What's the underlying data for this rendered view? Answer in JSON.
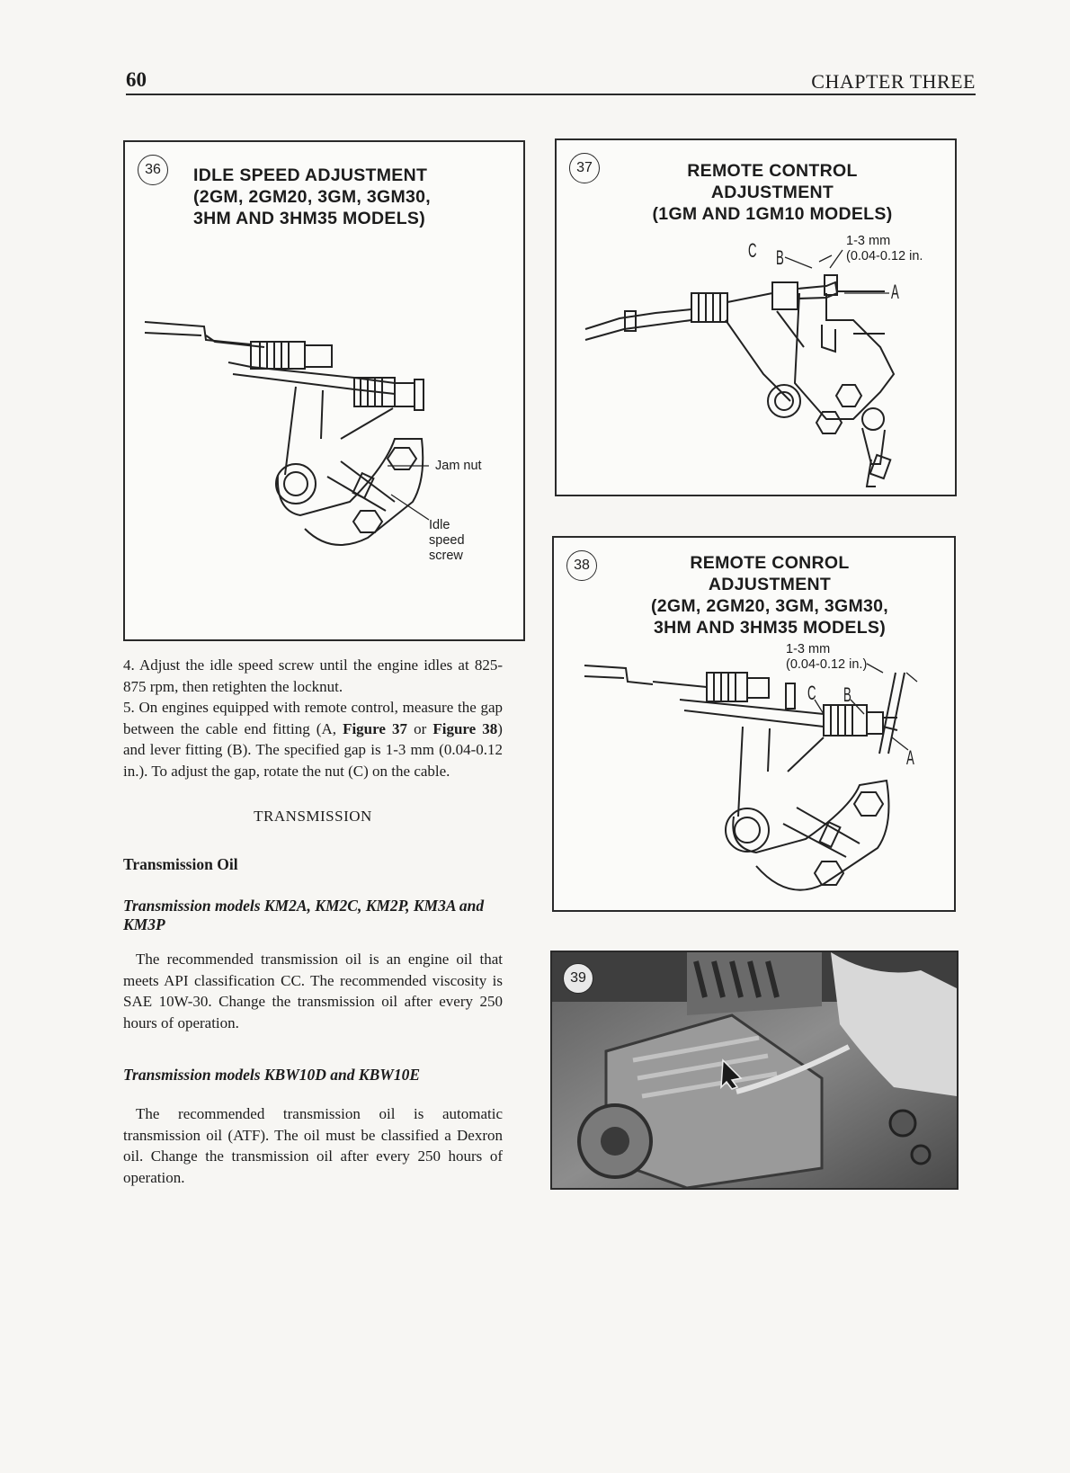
{
  "header": {
    "page_number": "60",
    "chapter": "CHAPTER THREE"
  },
  "fig36": {
    "number": "36",
    "title_lines": [
      "IDLE SPEED ADJUSTMENT",
      "(2GM, 2GM20, 3GM, 3GM30,",
      "3HM AND 3HM35 MODELS)"
    ],
    "label_jam_nut": "Jam nut",
    "label_idle": [
      "Idle",
      "speed",
      "screw"
    ]
  },
  "fig37": {
    "number": "37",
    "title_lines": [
      "REMOTE CONTROL",
      "ADJUSTMENT",
      "(1GM AND 1GM10 MODELS)"
    ],
    "gap_lines": [
      "1-3 mm",
      "(0.04-0.12 in."
    ],
    "label_a": "A",
    "label_b": "B",
    "label_c": "C"
  },
  "fig38": {
    "number": "38",
    "title_lines": [
      "REMOTE CONROL",
      "ADJUSTMENT",
      "(2GM, 2GM20, 3GM, 3GM30,",
      "3HM AND 3HM35 MODELS)"
    ],
    "gap_lines": [
      "1-3 mm",
      "(0.04-0.12 in.)"
    ],
    "label_a": "A",
    "label_b": "B",
    "label_c": "C"
  },
  "fig39": {
    "number": "39"
  },
  "text": {
    "step4": "4. Adjust the idle speed screw until the engine idles at 825-875 rpm, then retighten the locknut.",
    "step5_a": "5. On engines equipped with remote control, measure the gap between the cable end fitting (A, ",
    "step5_fig37": "Figure 37",
    "step5_or": " or ",
    "step5_fig38": "Figure 38",
    "step5_b": ") and lever fitting (B). The specified gap is 1-3 mm (0.04-0.12 in.). To adjust the gap, rotate the nut (C) on the cable.",
    "section": "TRANSMISSION",
    "sub_oil": "Transmission Oil",
    "sub_km": "Transmission models KM2A, KM2C, KM2P, KM3A and KM3P",
    "para_km": "The recommended transmission oil is an engine oil that meets API classification CC. The recommended viscosity is SAE 10W-30. Change the transmission oil after every 250 hours of operation.",
    "sub_kbw": "Transmission models KBW10D and KBW10E",
    "para_kbw": "The recommended transmission oil is automatic transmission oil (ATF). The oil must be classified a Dexron oil. Change the transmission oil after every 250 hours of operation."
  }
}
